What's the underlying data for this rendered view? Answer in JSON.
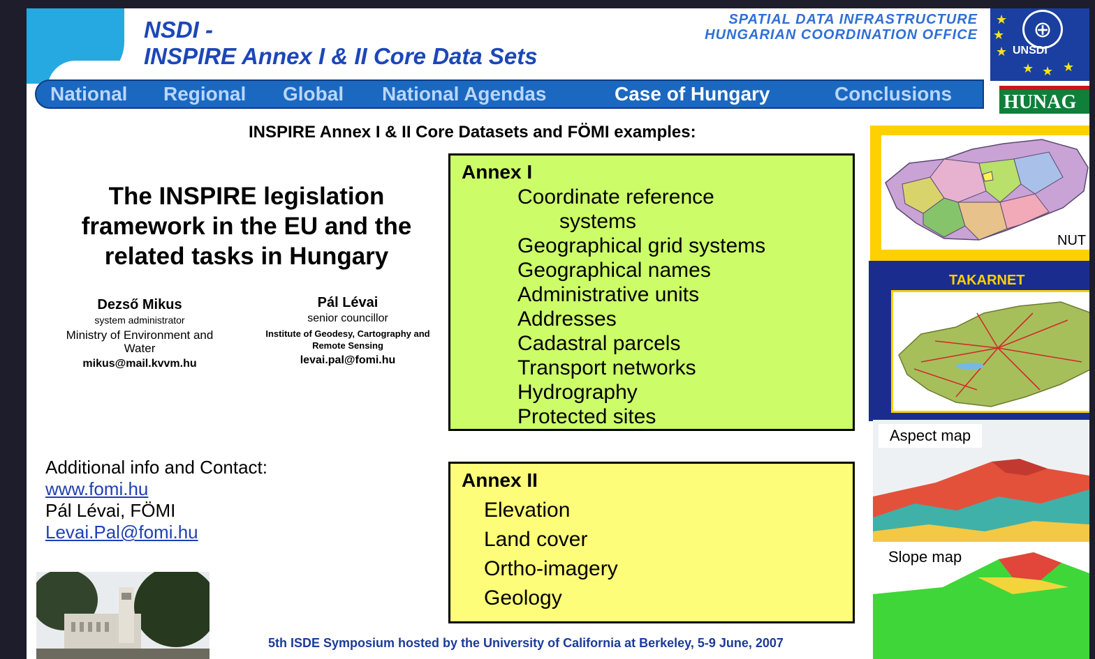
{
  "header": {
    "title_line1": "NSDI -",
    "title_line2": "INSPIRE Annex I & II Core Data Sets",
    "office_line1": "SPATIAL DATA INFRASTRUCTURE",
    "office_line2": "HUNGARIAN COORDINATION OFFICE",
    "unsdi_label": "UNSDI",
    "hunag_label": "HUNAG"
  },
  "nav": {
    "items": [
      {
        "label": "National"
      },
      {
        "label": "Regional"
      },
      {
        "label": "Global"
      },
      {
        "label": "National Agendas"
      },
      {
        "label": "Case of Hungary",
        "active": true
      },
      {
        "label": "Conclusions"
      }
    ]
  },
  "main": {
    "subtitle": "INSPIRE Annex I & II Core Datasets and FÖMI examples:",
    "paper_title_line1": "The INSPIRE legislation",
    "paper_title_line2": "framework in the EU and the",
    "paper_title_line3": "related tasks in Hungary",
    "authors": [
      {
        "name": "Dezső Mikus",
        "role": "system administrator",
        "org": "Ministry of Environment and Water",
        "email": "mikus@mail.kvvm.hu"
      },
      {
        "name": "Pál Lévai",
        "role": "senior councillor",
        "org": "Institute of Geodesy, Cartography and Remote Sensing",
        "email": "levai.pal@fomi.hu"
      }
    ],
    "contact": {
      "heading": "Additional info and Contact:",
      "website": "www.fomi.hu",
      "person": "Pál Lévai, FÖMI",
      "email": "Levai.Pal@fomi.hu"
    }
  },
  "annex1": {
    "heading": "Annex I",
    "items": [
      "Coordinate reference",
      "systems",
      "Geographical grid systems",
      "Geographical names",
      "Administrative units",
      "Addresses",
      "Cadastral parcels",
      "Transport networks",
      "Hydrography",
      "Protected sites"
    ]
  },
  "annex2": {
    "heading": "Annex II",
    "items": [
      "Elevation",
      "Land cover",
      "Ortho-imagery",
      "Geology"
    ]
  },
  "maps": {
    "nuts_label": "NUT",
    "takarnet_label": "TAKARNET",
    "aspect_label": "Aspect map",
    "slope_label": "Slope map"
  },
  "footer": {
    "text": "5th ISDE Symposium hosted by the University of California at Berkeley, 5-9 June, 2007"
  },
  "colors": {
    "title_blue": "#1c47b8",
    "nav_blue": "#1b68c0",
    "annex1_green": "#ccfd69",
    "annex2_yellow": "#fdfd79",
    "takarnet_navy": "#1a2d8f",
    "map_frame_yellow": "#ffd000"
  }
}
